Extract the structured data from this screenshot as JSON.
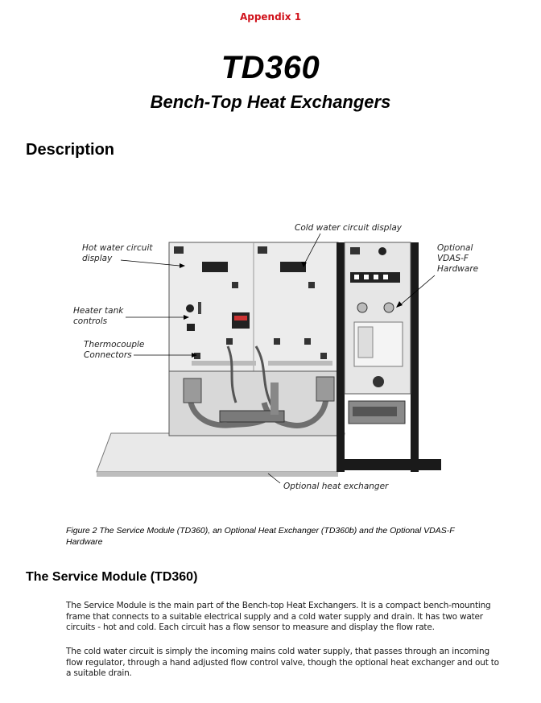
{
  "header": {
    "appendix": "Appendix 1"
  },
  "document": {
    "title": "TD360",
    "subtitle": "Bench-Top Heat Exchangers",
    "section_description": "Description"
  },
  "figure": {
    "labels": {
      "hot_water": "Hot water circuit display",
      "cold_water": "Cold water circuit display",
      "vdas": "Optional VDAS-F Hardware",
      "heater": "Heater tank controls",
      "thermocouple": "Thermocouple Connectors",
      "heat_exchanger": "Optional heat exchanger"
    },
    "caption": "Figure 2  The Service Module (TD360), an Optional Heat Exchanger (TD360b) and the Optional VDAS-F Hardware"
  },
  "service_module": {
    "heading": "The Service Module (TD360)",
    "paragraph1": "The Service Module is the main part of the Bench-top Heat Exchangers. It is a compact bench-mounting frame that connects to a suitable electrical supply and a cold water supply and drain. It has two water circuits - hot and cold. Each circuit has a flow sensor to measure and display the flow rate.",
    "paragraph2": "The cold water circuit is simply the incoming mains cold water supply, that passes through an incoming flow regulator, through a hand adjusted flow control valve, though the optional heat exchanger and out to a suitable drain."
  },
  "colors": {
    "appendix": "#d0121b"
  }
}
